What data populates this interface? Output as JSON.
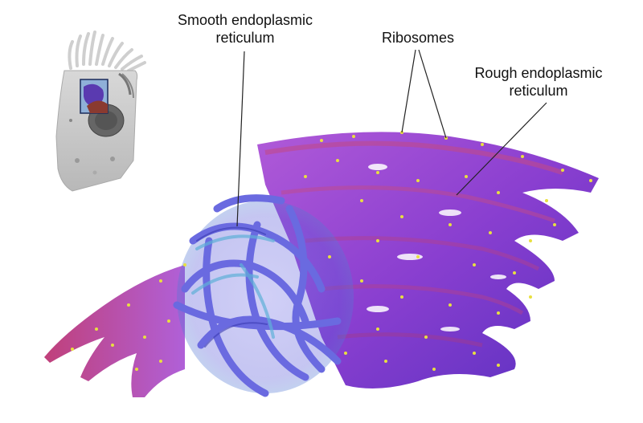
{
  "diagram": {
    "subject": "Endoplasmic reticulum 3D rendering with cell inset",
    "labels": {
      "smooth_er_line1": "Smooth endoplasmic",
      "smooth_er_line2": "reticulum",
      "ribosomes": "Ribosomes",
      "rough_er_line1": "Rough endoplasmic",
      "rough_er_line2": "reticulum"
    },
    "inset": {
      "description": "Grayscale cell with highlighted ER region (boxed)",
      "highlight_box_color": "#1a2a5a"
    },
    "colors": {
      "rough_er": "#9a4fd6",
      "rough_er_shade": "#c24a9a",
      "smooth_er": "#6a6ae0",
      "smooth_er_highlight": "#5fb0d8",
      "ribosome": "#e8e040",
      "leader_line": "#222222",
      "background": "#ffffff"
    }
  }
}
